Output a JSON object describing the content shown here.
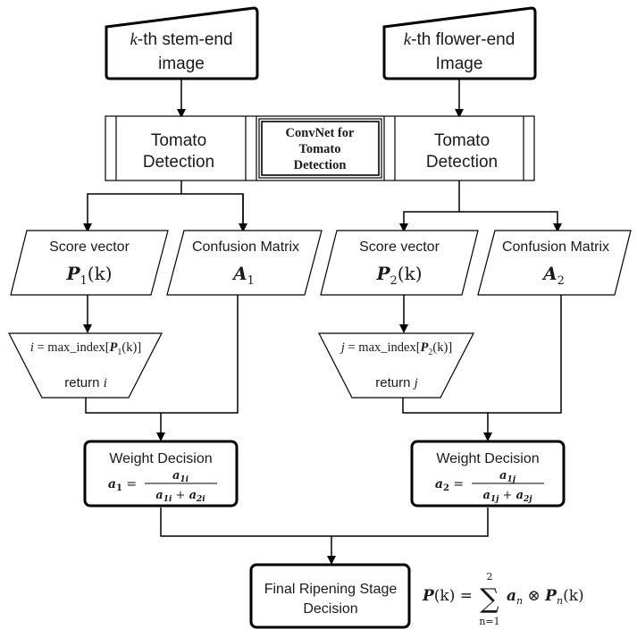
{
  "inputs": {
    "stem": {
      "var": "k",
      "line1_rest": "-th stem-end",
      "line2": "image"
    },
    "flower": {
      "var": "k",
      "line1_rest": "-th flower-end",
      "line2": "Image"
    }
  },
  "detection": {
    "left": {
      "line1": "Tomato",
      "line2": "Detection"
    },
    "right": {
      "line1": "Tomato",
      "line2": "Detection"
    },
    "center": {
      "line1": "ConvNet for",
      "line2": "Tomato",
      "line3": "Detection"
    }
  },
  "score_vectors": {
    "left": {
      "title": "Score vector",
      "sym": "P",
      "sub": "1",
      "arg": "(k)"
    },
    "right": {
      "title": "Score vector",
      "sym": "P",
      "sub": "2",
      "arg": "(k)"
    }
  },
  "confusion": {
    "left": {
      "title": "Confusion Matrix",
      "sym": "A",
      "sub": "1"
    },
    "right": {
      "title": "Confusion Matrix",
      "sym": "A",
      "sub": "2"
    }
  },
  "argmax": {
    "left": {
      "var": "i",
      "eq": " = max_index[",
      "sym": "P",
      "sub": "1",
      "arg": "(k)]",
      "return_label": "return",
      "return_var": "i"
    },
    "right": {
      "var": "j",
      "eq": " = max_index[",
      "sym": "P",
      "sub": "2",
      "arg": "(k)]",
      "return_label": "return",
      "return_var": "j"
    }
  },
  "weights": {
    "left": {
      "title": "Weight Decision",
      "lhs": "a",
      "lhs_sub": "1",
      "num": "a",
      "num_sub": "1i",
      "den1": "a",
      "den1_sub": "1i",
      "plus": "+",
      "den2": "a",
      "den2_sub": "2i"
    },
    "right": {
      "title": "Weight Decision",
      "lhs": "a",
      "lhs_sub": "2",
      "num": "a",
      "num_sub": "1j",
      "den1": "a",
      "den1_sub": "1j",
      "plus": "+",
      "den2": "a",
      "den2_sub": "2j"
    }
  },
  "final": {
    "line1": "Final Ripening Stage",
    "line2": "Decision"
  },
  "formula": {
    "lhs": "P",
    "lhs_arg": "(k) =",
    "sum": "∑",
    "upper": "2",
    "lower": "n=1",
    "a": "a",
    "a_sub": "n",
    "otimes": "⊗",
    "p": "P",
    "p_sub": "n",
    "p_arg": "(k)"
  }
}
